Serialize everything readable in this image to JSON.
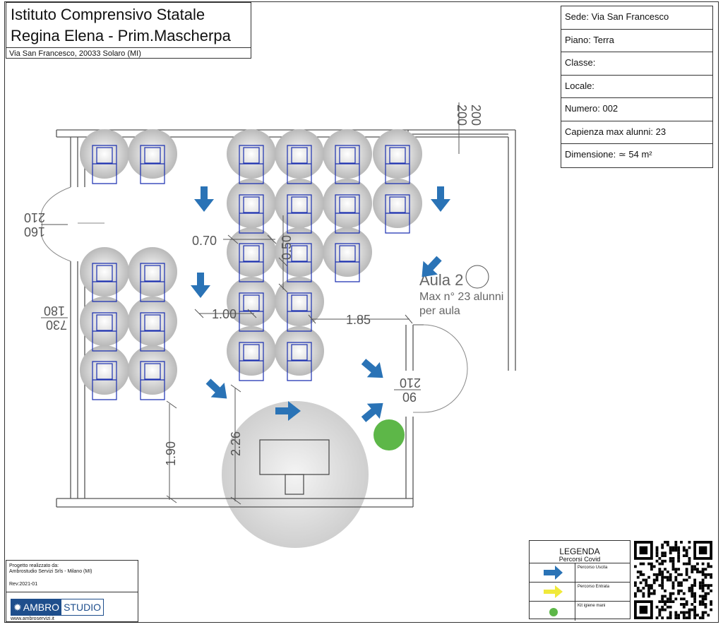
{
  "header": {
    "line1": "Istituto Comprensivo Statale",
    "line2": "Regina Elena - Prim.Mascherpa",
    "address": "Via San Francesco, 20033 Solaro (MI)"
  },
  "info_table": {
    "sede": "Sede: Via San Francesco",
    "piano": "Piano: Terra",
    "classe": "Classe:",
    "locale": "Locale:",
    "numero": "Numero: 002",
    "capienza": "Capienza max alunni: 23",
    "dimensione": "Dimensione: ≃ 54 m²"
  },
  "plan": {
    "room_name": "Aula 2",
    "room_capacity_line1": "Max n° 23 alunni",
    "room_capacity_line2": "per aula",
    "dimensions": {
      "d070": "0.70",
      "d050": "0.50",
      "d100": "1.00",
      "d185": "1.85",
      "d190": "1.90",
      "d226": "2.26"
    },
    "openings": {
      "top_a": "200",
      "top_b": "200",
      "left_door_a": "210",
      "left_door_b": "160",
      "left_win_a": "180",
      "left_win_b": "730",
      "right_door_a": "210",
      "right_door_b": "90"
    },
    "colors": {
      "exit_arrow": "#2a73b6",
      "entry_arrow": "#f0e93a",
      "sanitizer": "#5db748",
      "desk": "#1a2fb0"
    }
  },
  "credits": {
    "line1": "Progetto realizzato da:",
    "line2": "Ambrostudio Servizi Srls - Milano (MI)",
    "rev": "Rev:2021-01",
    "logo_a": "AMBRO",
    "logo_b": "STUDIO",
    "web": "www.ambroservizi.it"
  },
  "legend": {
    "title": "LEGENDA",
    "subtitle": "Percorsi Covid",
    "items": [
      {
        "label": "Percorso Uscita",
        "icon": "blue-arrow-icon"
      },
      {
        "label": "Percorso Entrata",
        "icon": "yellow-arrow-icon"
      },
      {
        "label": "Kit igiene mani",
        "icon": "green-dot-icon"
      }
    ]
  }
}
